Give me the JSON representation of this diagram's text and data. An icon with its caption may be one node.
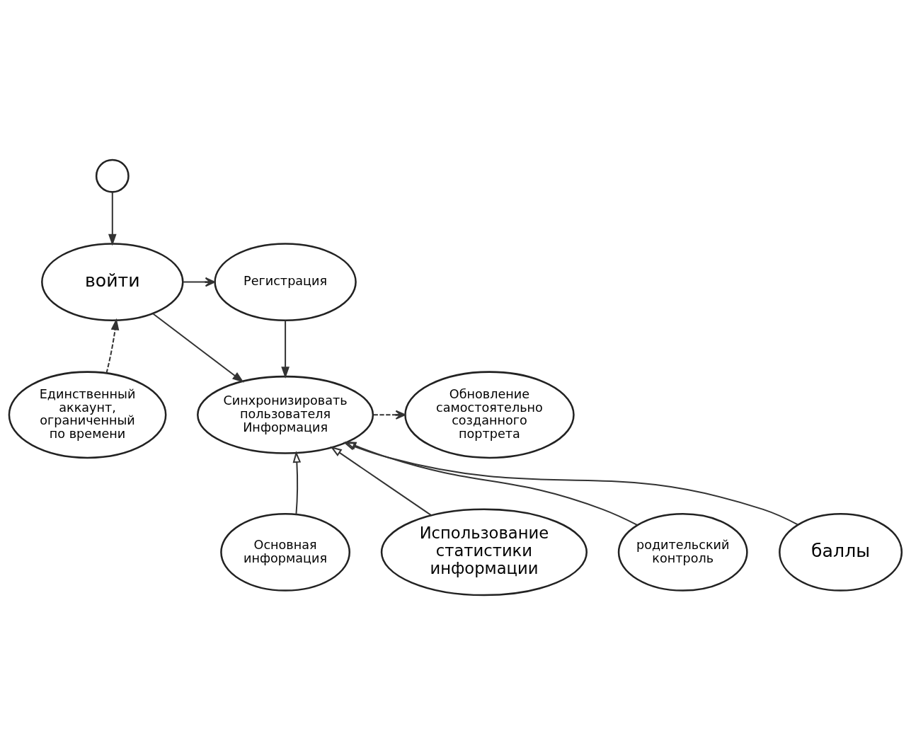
{
  "diagram": {
    "nodes": [
      {
        "text": [],
        "shape": "person"
      },
      {
        "text": [
          "войти"
        ]
      },
      {
        "text": [
          "Регистрация"
        ]
      },
      {
        "text": [
          "Синхронизировать пользователя Информация"
        ]
      },
      {
        "text": [
          "Обновление самостоятельно созданного портрета"
        ]
      },
      {
        "text": [
          "Единственный аккаунт, ограниченный по времени"
        ]
      },
      {
        "text": [
          "Использование статистики информации"
        ]
      },
      {
        "text": [
          "Основная информация"
        ]
      },
      {
        "text": [
          "родительский контроль"
        ]
      },
      {
        "text": [
          "баллы"
        ]
      }
    ],
    "edges": [
      {
        "from": 0,
        "to": 1,
        "arrow": "to"
      },
      {
        "from": 1,
        "to": 2,
        "arrow": "to"
      },
      {
        "from": 5,
        "to": 1,
        "arrow": "to",
        "style": "dashed"
      },
      {
        "from": 1,
        "to": 3,
        "arrow": "to"
      },
      {
        "from": 2,
        "to": 3,
        "arrow": "to"
      },
      {
        "from": 3,
        "to": 4,
        "arrow": "to",
        "style": "dashed"
      },
      {
        "from": 6,
        "to": 3,
        "arrow": "to"
      },
      {
        "from": 7,
        "to": 3,
        "arrow": "to"
      },
      {
        "from": 8,
        "to": 3,
        "arrow": "to"
      },
      {
        "from": 9,
        "to": 3,
        "arrow": "to"
      }
    ]
  }
}
